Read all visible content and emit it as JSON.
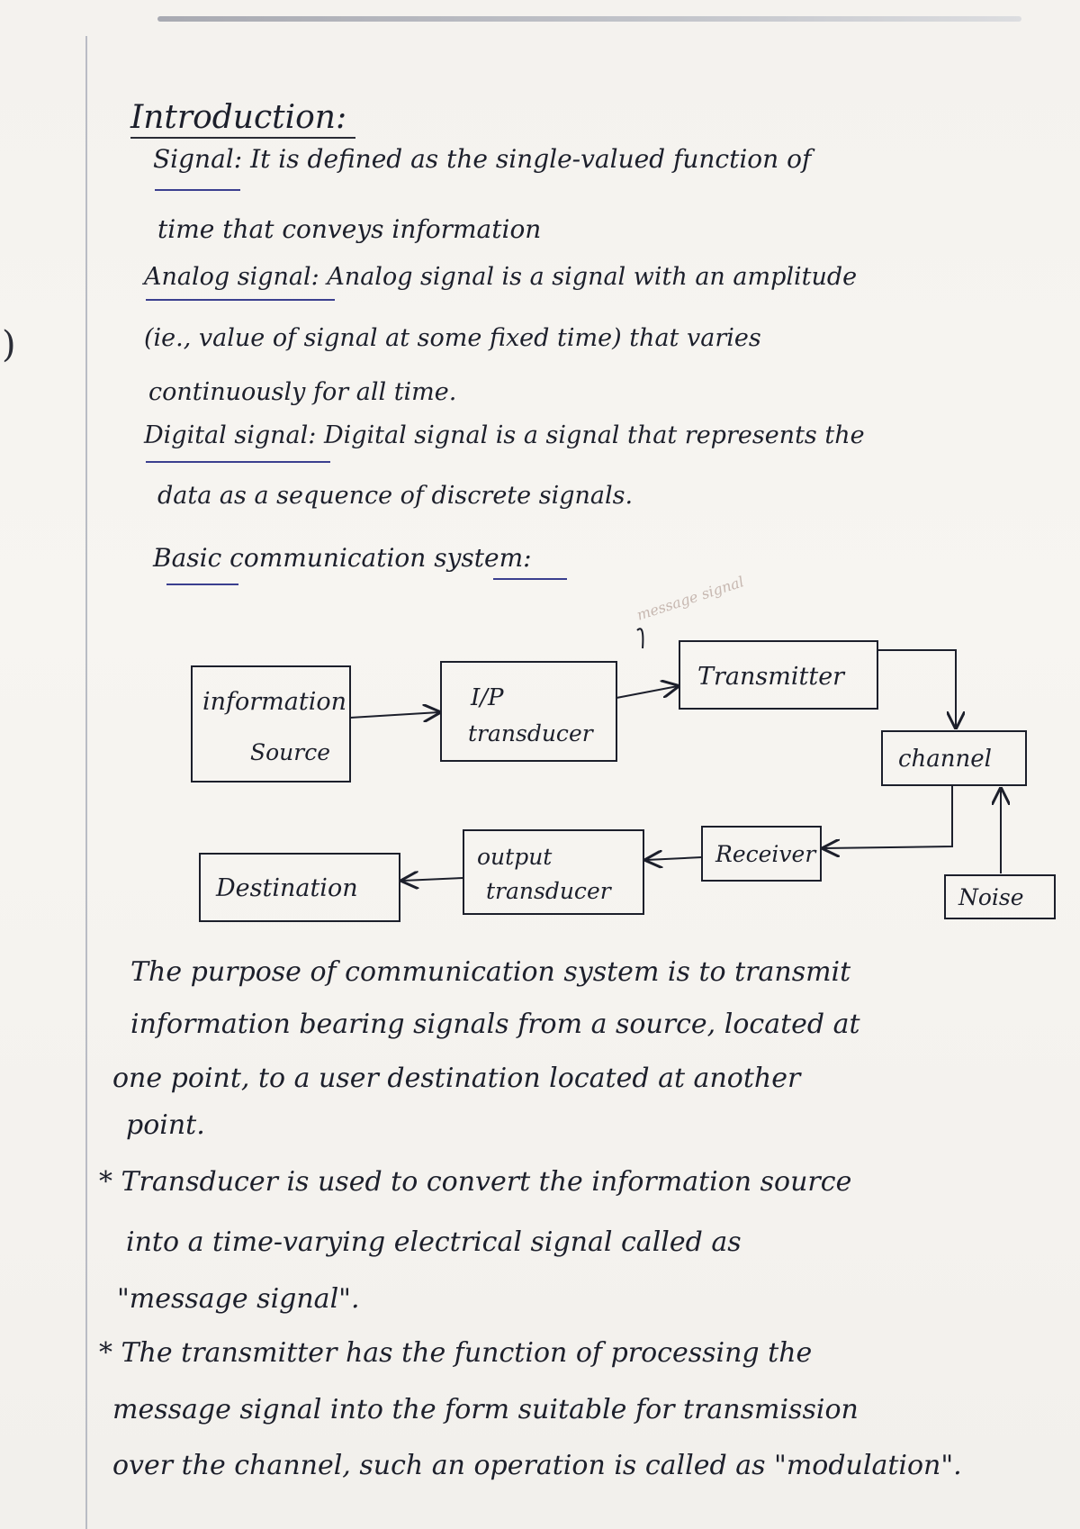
{
  "heading": "Introduction:",
  "definitions": {
    "signal": "Signal: It is defined as the single-valued function of",
    "signal_cont": "time that conveys information",
    "analog": "Analog signal: Analog signal is a signal with an amplitude",
    "analog_cont1": "(ie., value of signal at some fixed time) that varies",
    "analog_cont2": "continuously for all time.",
    "digital": "Digital signal: Digital signal is a signal that represents the",
    "digital_cont": "data as a sequence of discrete signals.",
    "basic": "Basic communication system:"
  },
  "diagram": {
    "annotation": "message signal",
    "info_source_line1": "information",
    "info_source_line2": "Source",
    "ip_transducer_line1": "I/P",
    "ip_transducer_line2": "transducer",
    "transmitter": "Transmitter",
    "channel": "channel",
    "noise": "Noise",
    "receiver": "Receiver",
    "output_transducer_line1": "output",
    "output_transducer_line2": "transducer",
    "destination": "Destination"
  },
  "paragraph": [
    "The purpose of communication system is to transmit",
    "information bearing signals from a source, located at",
    "one point, to a user destination located at another",
    "point.",
    "* Transducer is used to convert the information source",
    "into a time-varying electrical signal called as",
    "\"message signal\".",
    "* The transmitter has the function of processing the",
    "message signal into the form suitable for transmission",
    "over the channel, such an operation is called as \"modulation\"."
  ],
  "colors": {
    "ink": "#1c1f2b",
    "underline_blue": "#3b3f8f",
    "paper": "#f4f2ee"
  }
}
